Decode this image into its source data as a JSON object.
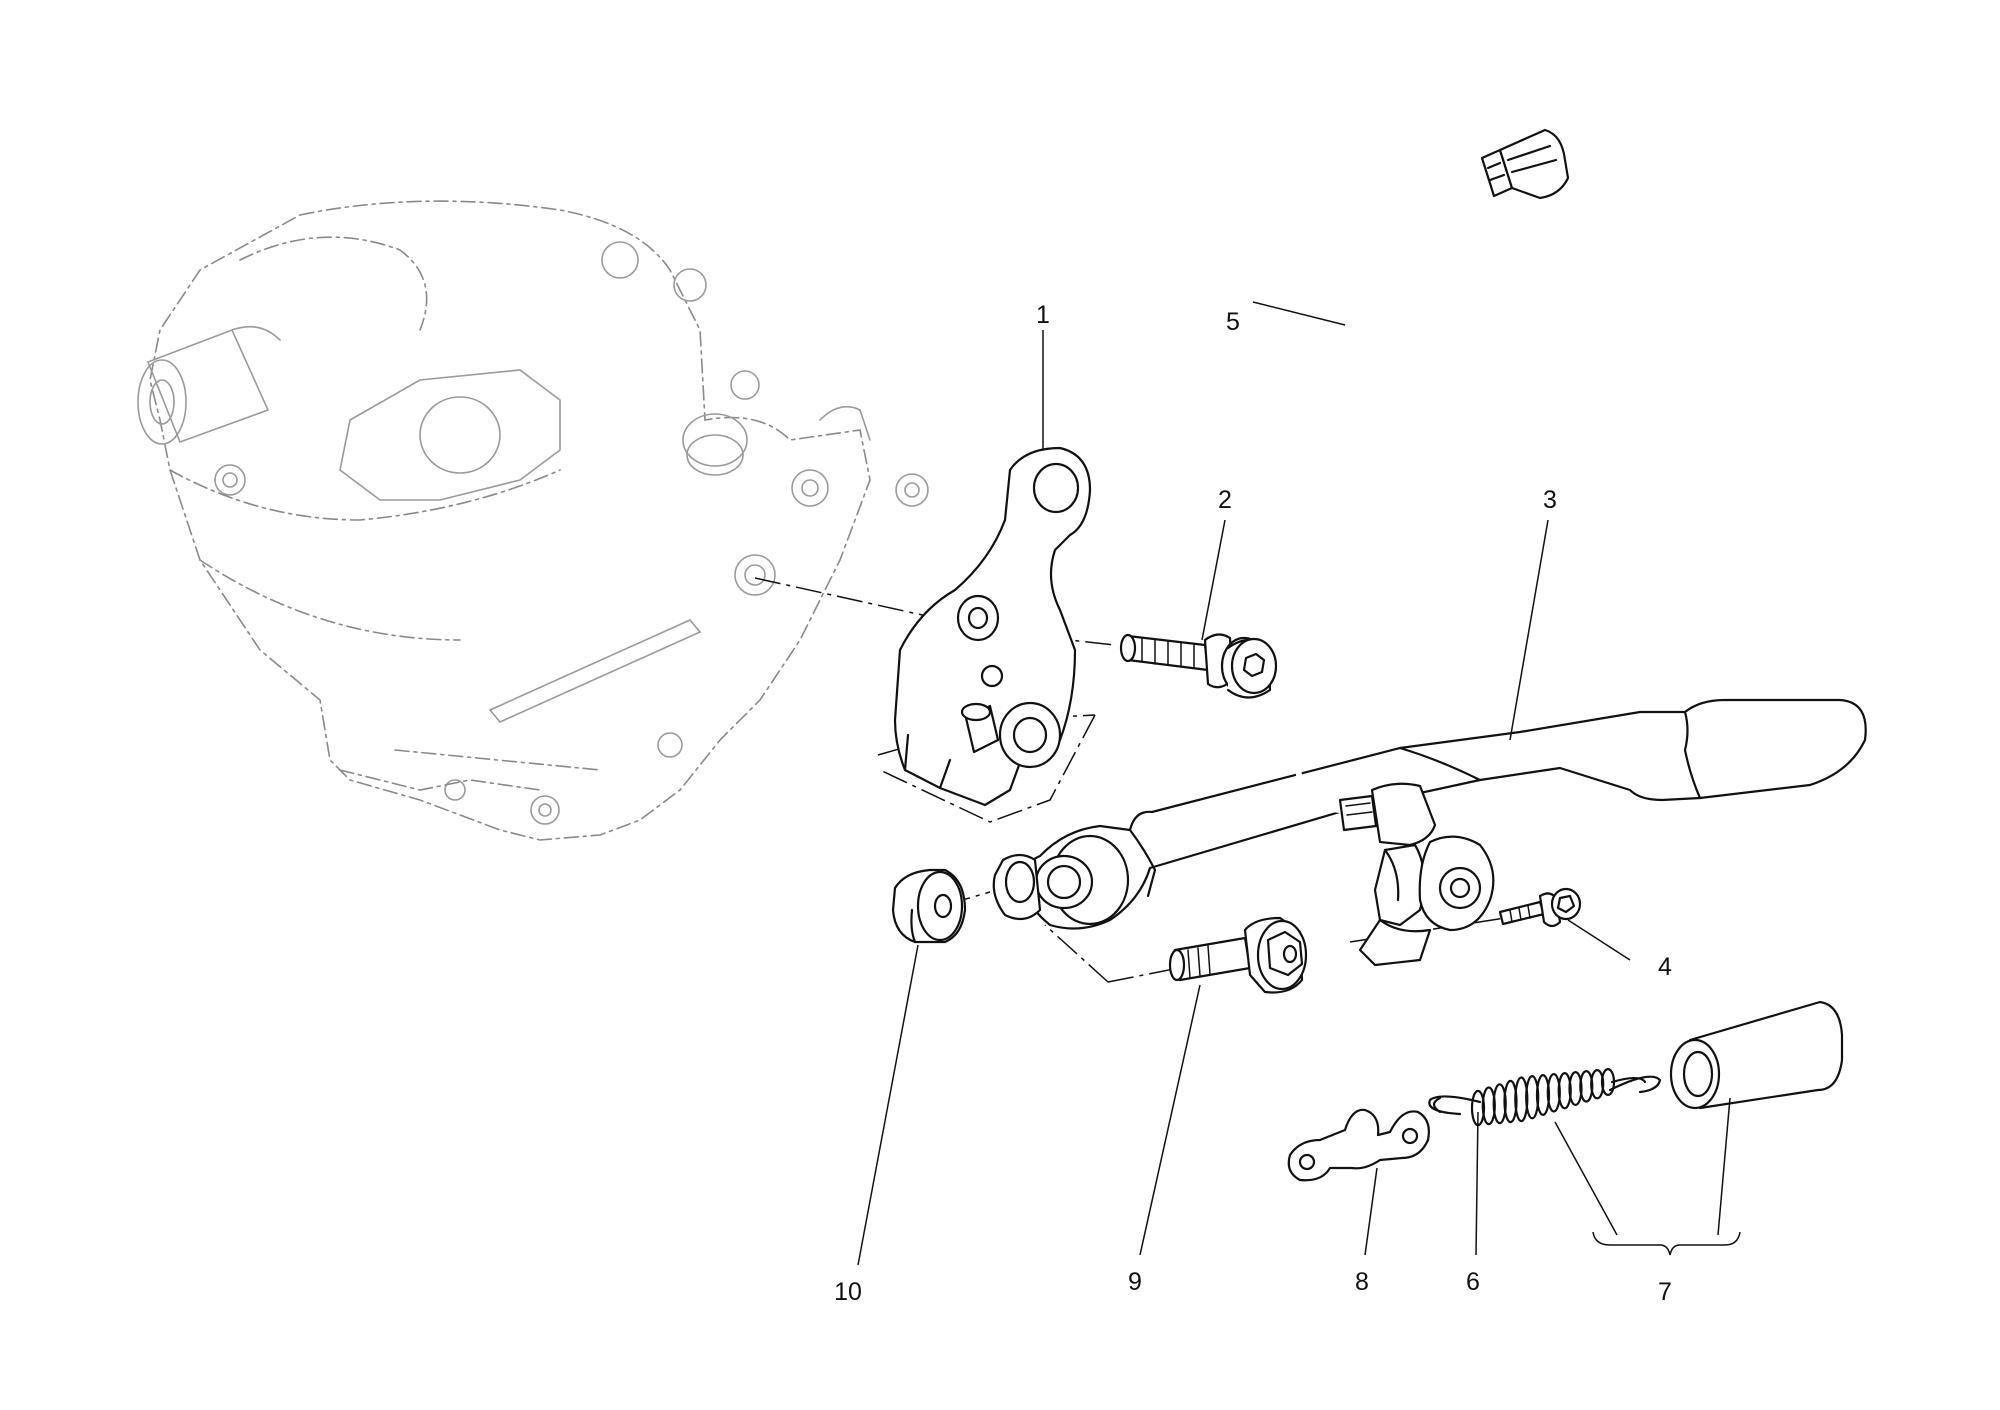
{
  "callouts": [
    {
      "id": "1",
      "text": "1"
    },
    {
      "id": "2",
      "text": "2"
    },
    {
      "id": "3",
      "text": "3"
    },
    {
      "id": "4",
      "text": "4"
    },
    {
      "id": "5",
      "text": "5"
    },
    {
      "id": "6",
      "text": "6"
    },
    {
      "id": "7",
      "text": "7"
    },
    {
      "id": "8",
      "text": "8"
    },
    {
      "id": "9",
      "text": "9"
    },
    {
      "id": "10",
      "text": "10"
    }
  ],
  "colors": {
    "ink": "#111111",
    "ghost_engine": "#8a8a8a",
    "background": "#ffffff"
  }
}
